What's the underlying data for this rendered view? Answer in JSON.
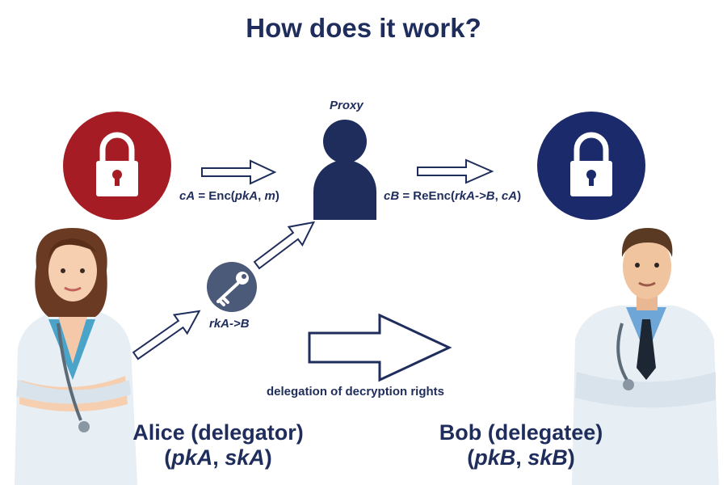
{
  "title": "How does it work?",
  "proxy_label": "Proxy",
  "ciphertext_a": {
    "var": "cA",
    "eq": " = Enc(",
    "key": "pkA",
    "sep": ", ",
    "msg": "m",
    "close": ")"
  },
  "ciphertext_b": {
    "var": "cB",
    "eq": " = ReEnc(",
    "key": "rkA->B",
    "sep": ", ",
    "msg": "cA",
    "close": ")"
  },
  "rekey_label": "rkA->B",
  "delegation_label": "delegation of decryption rights",
  "alice": {
    "name": "Alice (delegator)",
    "open": "(",
    "pk": "pkA",
    "sep": ", ",
    "sk": "skA",
    "close": ")"
  },
  "bob": {
    "name": "Bob (delegatee)",
    "open": "(",
    "pk": "pkB",
    "sep": ", ",
    "sk": "skB",
    "close": ")"
  },
  "colors": {
    "navy": "#1f2d5c",
    "red_lock": "#a51c24",
    "blue_lock": "#1b2a6b",
    "key_circle": "#4a5a78"
  }
}
